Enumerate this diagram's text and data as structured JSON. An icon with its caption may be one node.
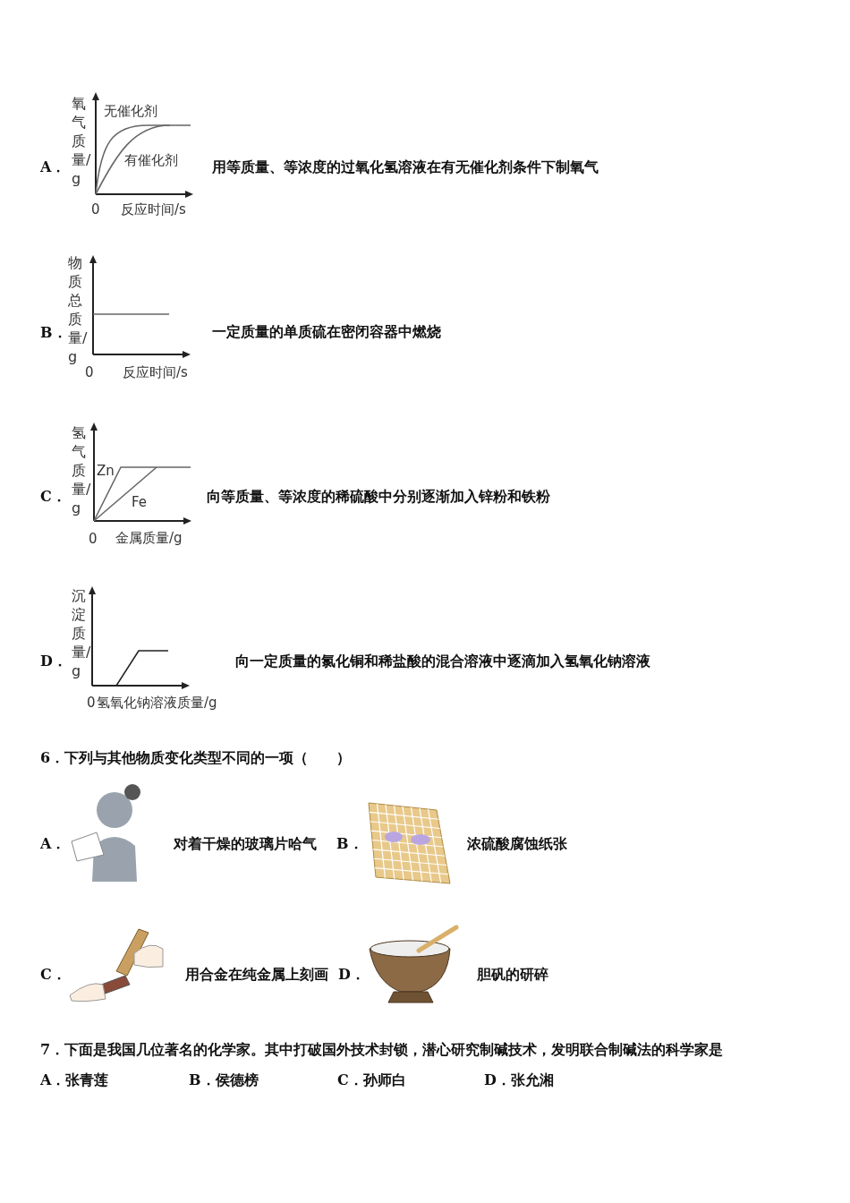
{
  "diagram": {
    "labels": [
      "A．",
      "氧气质量/g",
      "无催化剂",
      "有催化剂",
      "0",
      "反应时间/s",
      "用等质量、等浓度的过氧化氢溶液在有无催化剂条件下制氧气",
      "B．",
      "物质总质量/g",
      "0",
      "反应时间/s",
      "一定质量的单质硫在密闭容器中燃烧",
      "C．",
      "氢气质量/g",
      "Zn",
      "Fe",
      "0",
      "金属质量/g",
      "向等质量、等浓度的稀硫酸中分别逐渐加入锌粉和铁粉",
      "D．",
      "沉淀质量/g",
      "0",
      "氢氧化钠溶液质量/g",
      "向一定质量的氯化铜和稀盐酸的混合溶液中逐滴加入氢氧化钠溶液",
      "6．下列与其他物质变化类型不同的一项（　　）",
      "A．",
      "对着干燥的玻璃片哈气",
      "B．",
      "浓硫酸腐蚀纸张",
      "C．",
      "用合金在纯金属上刻画",
      "D．",
      "胆矾的研碎",
      "7．下面是我国几位著名的化学家。其中打破国外技术封锁，潜心研究制碱技术，发明联合制碱法的科学家是",
      "A．张青莲",
      "B．侯德榜",
      "C．孙师白",
      "D．张允湘"
    ]
  }
}
